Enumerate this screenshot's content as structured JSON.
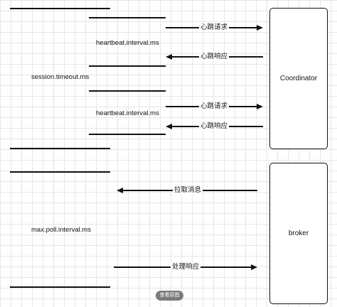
{
  "labels": {
    "session_timeout": "session.timeout.ms",
    "heartbeat_1": "heartbeat.interval.ms",
    "heartbeat_2": "heartbeat.interval.ms",
    "max_poll": "max.poll.interval.ms"
  },
  "boxes": {
    "coordinator": "Coordinator",
    "broker": "broker"
  },
  "arrows": {
    "heartbeat_request_1": "心跳请求",
    "heartbeat_response_1": "心跳响应",
    "heartbeat_request_2": "心跳请求",
    "heartbeat_response_2": "心跳响应",
    "pull_message": "拉取消息",
    "process_response": "处理响应"
  },
  "watermark": "查看原图"
}
